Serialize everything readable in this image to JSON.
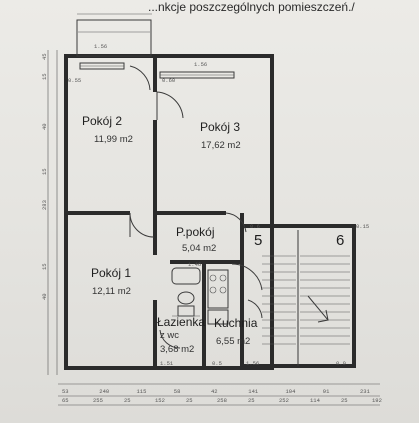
{
  "caption": "...nkcje poszczególnych pomieszczeń./",
  "rooms": [
    {
      "name": "Pokój 2",
      "area": "11,99 m2"
    },
    {
      "name": "Pokój 3",
      "area": "17,62 m2"
    },
    {
      "name": "P.pokój",
      "area": "5,04 m2"
    },
    {
      "name": "Pokój 1",
      "area": "12,11 m2"
    },
    {
      "name": "Łazienka",
      "subname": "z wc",
      "area": "3,68 m2"
    },
    {
      "name": "Kuchnia",
      "area": "6,55 m2"
    }
  ],
  "stair_labels": [
    "5",
    "6"
  ],
  "dimensions": {
    "bottom_row1": [
      "53",
      "240",
      "115",
      "58",
      "42",
      "141",
      "104",
      "91",
      "231"
    ],
    "bottom_row2": [
      "65",
      "255",
      "25",
      "152",
      "25",
      "258",
      "25",
      "252",
      "114",
      "25",
      "192"
    ],
    "left": [
      "45",
      "15",
      "40",
      "15",
      "283",
      "15",
      "40"
    ],
    "window_labels": [
      "0.55",
      "1.56",
      "0.60",
      "1.56",
      "1.46",
      "1.51",
      "0.5",
      "1.56",
      "0.9",
      "0.6",
      "0.15"
    ]
  },
  "colors": {
    "ink": "#2b2b2b",
    "paper": "#e8e7e3"
  }
}
